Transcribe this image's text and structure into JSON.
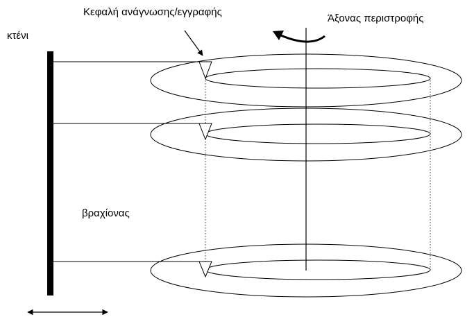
{
  "labels": {
    "read_write_head": "Κεφαλή ανάγνωσης/εγγραφής",
    "rotation_axis": "Άξονας περιστροφής",
    "comb": "κτένι",
    "arm": "βραχίονας"
  },
  "icons": {
    "rotation": "curved-arrow-icon",
    "head_pointer": "arrow-icon",
    "arm_movement": "double-arrow-icon"
  },
  "colors": {
    "ink": "#000000",
    "background": "#ffffff"
  }
}
